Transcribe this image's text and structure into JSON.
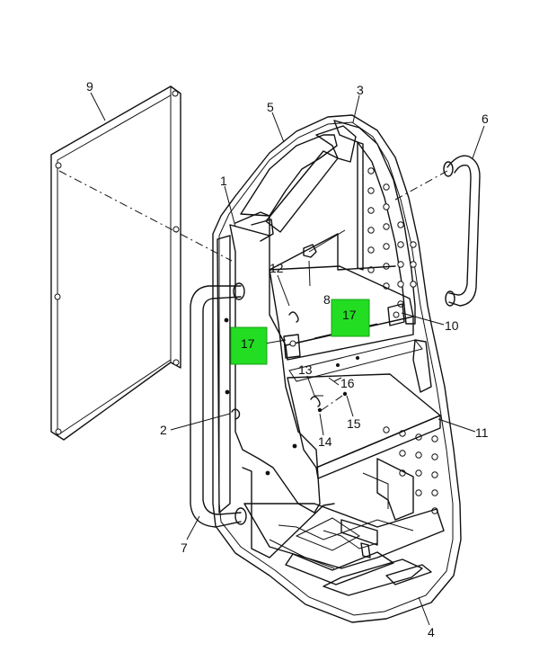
{
  "callouts": {
    "c1": "1",
    "c2": "2",
    "c3": "3",
    "c4": "4",
    "c5": "5",
    "c6": "6",
    "c7": "7",
    "c8": "8",
    "c9": "9",
    "c10": "10",
    "c11": "11",
    "c12": "12",
    "c13": "13",
    "c14": "14",
    "c15": "15",
    "c16": "16",
    "c17a": "17",
    "c17b": "17"
  },
  "highlight_color": "#22dd22"
}
